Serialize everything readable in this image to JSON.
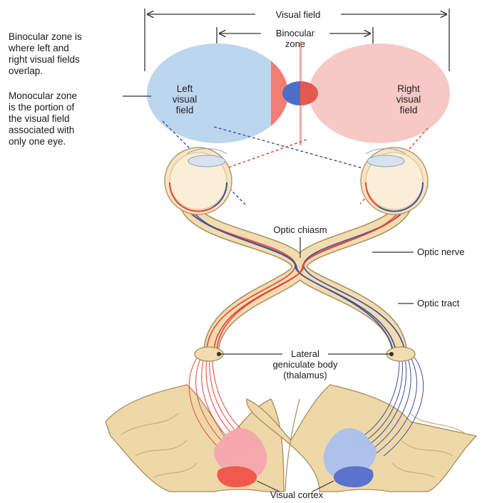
{
  "top_labels": {
    "visual_field": "Visual field",
    "binocular_zone": [
      "Binocular",
      "zone"
    ]
  },
  "notes": {
    "binocular": [
      "Binocular zone is",
      "where left and",
      "right visual fields",
      "overlap."
    ],
    "monocular": [
      "Monocular zone",
      "is the portion of",
      "the visual field",
      "associated with",
      "only one eye."
    ]
  },
  "fields": {
    "left": [
      "Left",
      "visual",
      "field"
    ],
    "right": [
      "Right",
      "visual",
      "field"
    ]
  },
  "structures": {
    "optic_chiasm": "Optic chiasm",
    "optic_nerve": "Optic nerve",
    "optic_tract": "Optic tract",
    "lgn": [
      "Lateral",
      "geniculate body",
      "(thalamus)"
    ],
    "visual_cortex": "Visual cortex"
  },
  "colors": {
    "left_field": "#bcd6ee",
    "right_field": "#f6c9c6",
    "binocular_left": "#5f86d8",
    "binocular_right": "#ef7b70",
    "nerve_fill": "#f2dcb0",
    "nerve_outline": "#a88c5e",
    "red_fiber": "#e0453a",
    "blue_fiber": "#3d4f9e",
    "brain": "#efd8a8"
  }
}
